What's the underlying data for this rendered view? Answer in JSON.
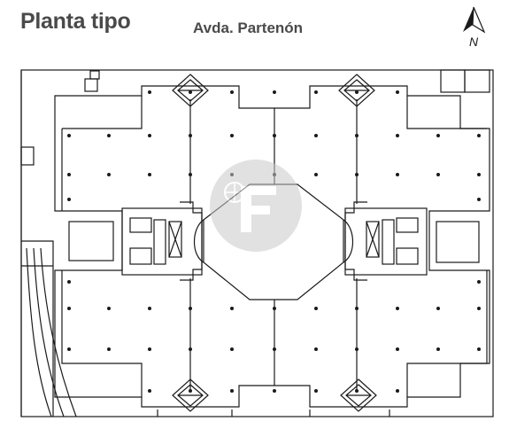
{
  "header": {
    "title": "Planta tipo",
    "street_label": "Avda. Partenón"
  },
  "north_arrow": {
    "label": "N",
    "icon": "north-arrow-icon"
  },
  "watermark": {
    "icon": "brand-logo-watermark",
    "color": "#c9c9c9"
  },
  "colors": {
    "line": "#1a1a1a",
    "text": "#4a4a4a",
    "background": "#ffffff"
  }
}
